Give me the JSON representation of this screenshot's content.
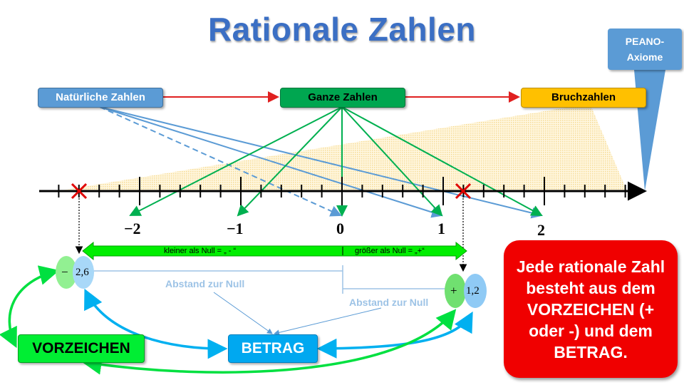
{
  "title": "Rationale Zahlen",
  "top_boxes": {
    "natural": "Natürliche Zahlen",
    "ganze": "Ganze Zahlen",
    "bruch": "Bruchzahlen"
  },
  "peano": {
    "line1": "PEANO-",
    "line2": "Axiome"
  },
  "number_line": {
    "labels": [
      "−2",
      "−1",
      "0",
      "1",
      "2"
    ]
  },
  "sign_bar": {
    "left": "kleiner als Null = „ - “",
    "right": "größer als Null = „+“"
  },
  "negative_example": {
    "sign": "−",
    "value": "2,6"
  },
  "positive_example": {
    "sign": "+",
    "value": "1,2"
  },
  "distance_label_left": "Abstand zur Null",
  "distance_label_right": "Abstand zur Null",
  "bottom_boxes": {
    "vorzeichen": "VORZEICHEN",
    "betrag": "BETRAG"
  },
  "statement": "Jede rationale Zahl besteht aus dem VORZEICHEN (+ oder -) und dem BETRAG.",
  "colors": {
    "title": "#3b6fc4",
    "natural": "#5b9bd5",
    "ganze": "#00a650",
    "bruch": "#ffc000",
    "green_arrows": "#00b050",
    "blue_arrows": "#5b9bd5",
    "red": "#f00000",
    "betrag_arrows": "#00b0f0"
  }
}
